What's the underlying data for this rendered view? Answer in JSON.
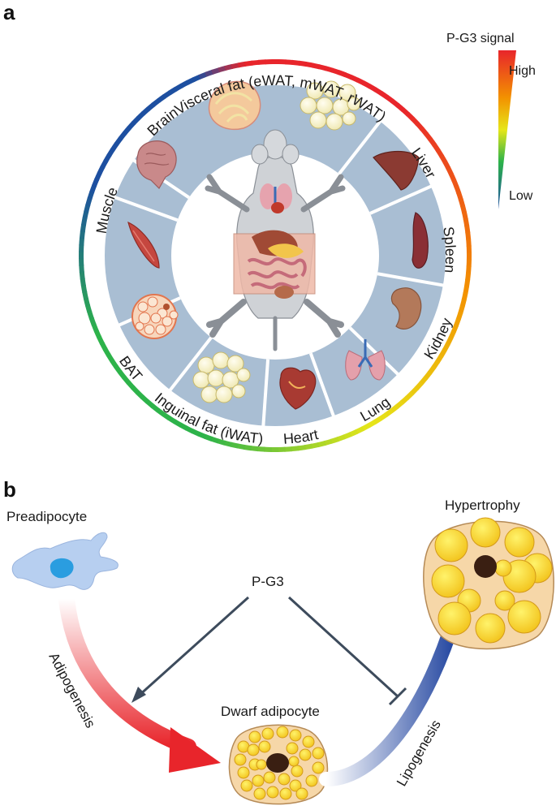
{
  "panel_a": {
    "letter": "a",
    "legend": {
      "title": "P-G3 signal",
      "high": "High",
      "low": "Low"
    },
    "organs": [
      "Visceral fat (eWAT, mWAT, rWAT)",
      "Liver",
      "Spleen",
      "Kidney",
      "Lung",
      "Heart",
      "Inguinal fat (iWAT)",
      "BAT",
      "Muscle",
      "Brain"
    ]
  },
  "panel_b": {
    "letter": "b",
    "preadipocyte": "Preadipocyte",
    "pg3": "P-G3",
    "dwarf": "Dwarf adipocyte",
    "hypertrophy": "Hypertrophy",
    "adipogenesis": "Adipogenesis",
    "lipogenesis": "Lipogenesis"
  },
  "colors": {
    "ring_high": "#e8252b",
    "ring_orange": "#f39200",
    "ring_yellow": "#e6e619",
    "ring_green": "#2db34a",
    "ring_blue": "#1d4fa0",
    "panel_bg": "#a9bed3",
    "arrow_red": "#e8252b",
    "arrow_blue": "#2346a0",
    "inhibit_line": "#3d4b5c"
  }
}
